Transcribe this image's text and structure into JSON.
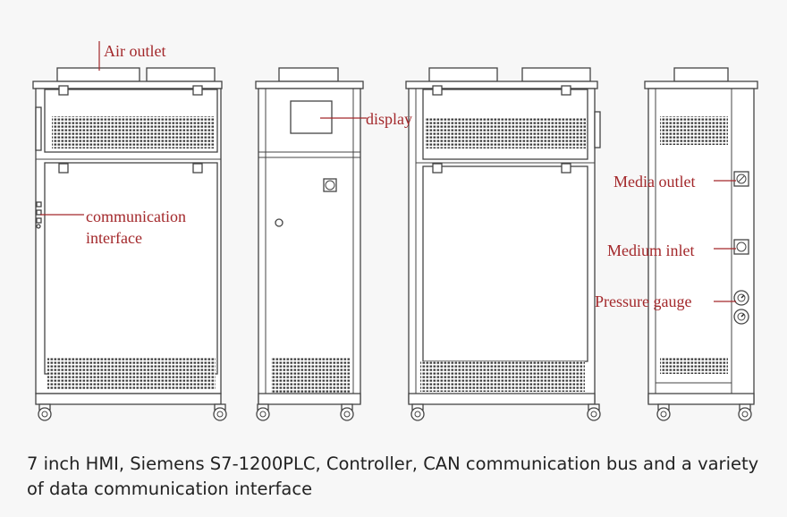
{
  "labels": {
    "air_outlet": "Air outlet",
    "display": "display",
    "communication_line1": "communication",
    "communication_line2": "interface",
    "media_outlet": "Media outlet",
    "medium_inlet": "Medium inlet",
    "pressure_gauge": "Pressure gauge"
  },
  "caption": "7 inch HMI, Siemens S7-1200PLC, Controller, CAN communication bus and a variety of data communication interface",
  "colors": {
    "label": "#a3282b",
    "line": "#444444",
    "background": "#f7f7f7"
  }
}
